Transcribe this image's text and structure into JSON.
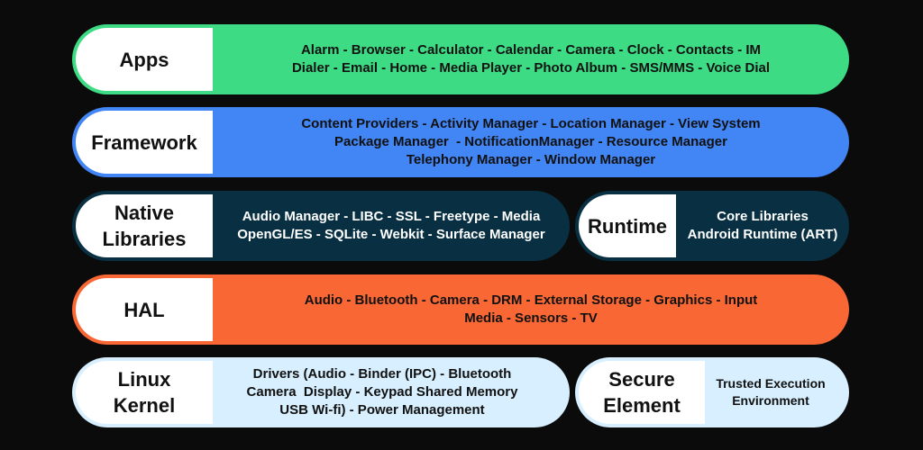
{
  "colors": {
    "background": "#0b0b0b",
    "apps": "#3ddc84",
    "framework": "#4285f4",
    "native_libraries": "#083042",
    "runtime": "#083042",
    "hal": "#f86734",
    "linux_kernel": "#d7effe",
    "secure_element": "#d7effe"
  },
  "apps": {
    "label": "Apps",
    "lines": [
      "Alarm - Browser - Calculator - Calendar - Camera - Clock - Contacts - IM",
      "Dialer - Email - Home - Media Player - Photo Album - SMS/MMS - Voice Dial"
    ]
  },
  "framework": {
    "label": "Framework",
    "lines": [
      "Content Providers - Activity Manager - Location Manager - View System",
      "Package Manager  - NotificationManager - Resource Manager",
      "Telephony Manager - Window Manager"
    ]
  },
  "native_libraries": {
    "label_line1": "Native",
    "label_line2": "Libraries",
    "lines": [
      "Audio Manager - LIBC - SSL - Freetype - Media",
      "OpenGL/ES - SQLite - Webkit - Surface Manager"
    ]
  },
  "runtime": {
    "label": "Runtime",
    "lines": [
      "Core Libraries",
      "Android Runtime (ART)"
    ]
  },
  "hal": {
    "label": "HAL",
    "lines": [
      "Audio - Bluetooth - Camera - DRM - External Storage - Graphics - Input",
      "Media - Sensors - TV"
    ]
  },
  "linux_kernel": {
    "label_line1": "Linux",
    "label_line2": "Kernel",
    "lines": [
      "Drivers (Audio - Binder (IPC) - Bluetooth",
      "Camera  Display - Keypad Shared Memory",
      "USB Wi-fi) - Power Management"
    ]
  },
  "secure_element": {
    "label_line1": "Secure",
    "label_line2": "Element",
    "lines": [
      "Trusted Execution",
      "Environment"
    ]
  }
}
